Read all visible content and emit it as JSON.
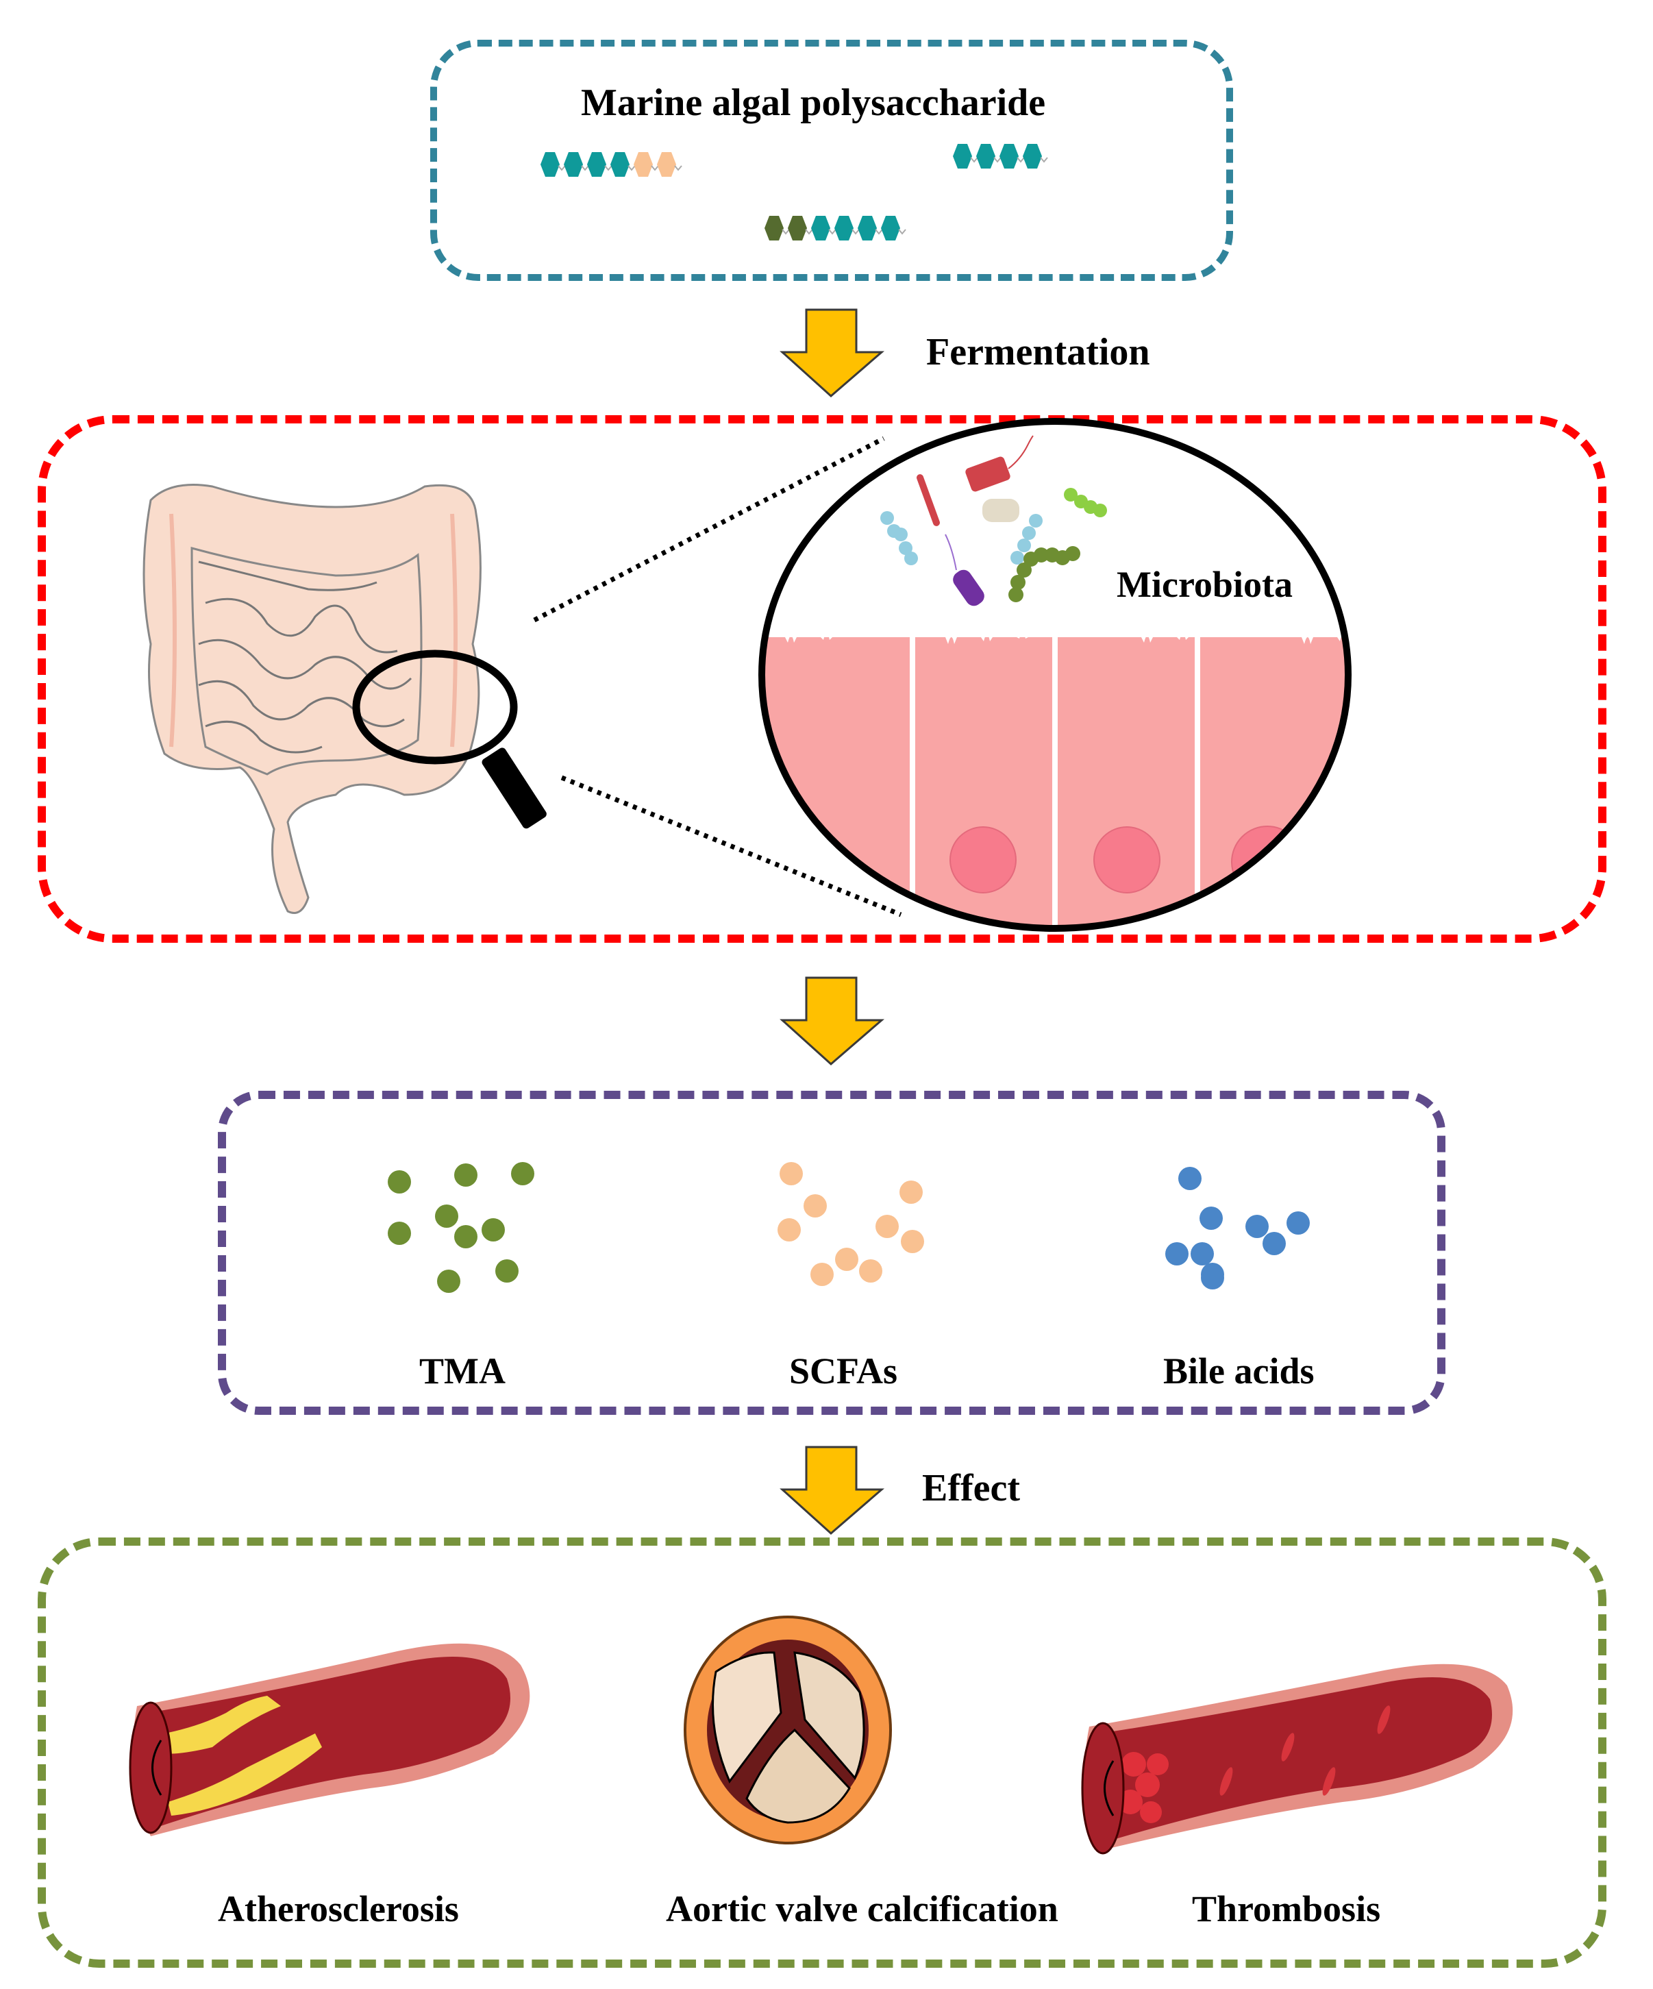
{
  "source": {
    "title": "Marine  algal polysaccharide",
    "border_color": "#31849b",
    "chains": [
      {
        "units": [
          "teal",
          "teal",
          "teal",
          "teal",
          "peach",
          "peach"
        ]
      },
      {
        "units": [
          "teal",
          "teal",
          "teal",
          "teal"
        ]
      },
      {
        "units": [
          "olive",
          "olive",
          "teal",
          "teal",
          "teal",
          "teal"
        ]
      }
    ],
    "unit_colors": {
      "teal": "#0f9a9a",
      "peach": "#f9c191",
      "olive": "#556b2f"
    }
  },
  "step1": {
    "label": "Fermentation"
  },
  "gut": {
    "border_color": "#ff0000",
    "zoom_label": "Microbiota"
  },
  "step2": {
    "label": ""
  },
  "metabolites": {
    "border_color": "#5f4b8b",
    "groups": [
      {
        "label": "TMA",
        "color": "#6e8e32"
      },
      {
        "label": "SCFAs",
        "color": "#f9c191"
      },
      {
        "label": "Bile acids",
        "color": "#4a86c8"
      }
    ]
  },
  "step3": {
    "label": "Effect"
  },
  "effects": {
    "border_color": "#77933c",
    "items": [
      {
        "label": "Atherosclerosis"
      },
      {
        "label": "Aortic valve calcification"
      },
      {
        "label": "Thrombosis"
      }
    ]
  },
  "arrow_color": "#ffc000"
}
